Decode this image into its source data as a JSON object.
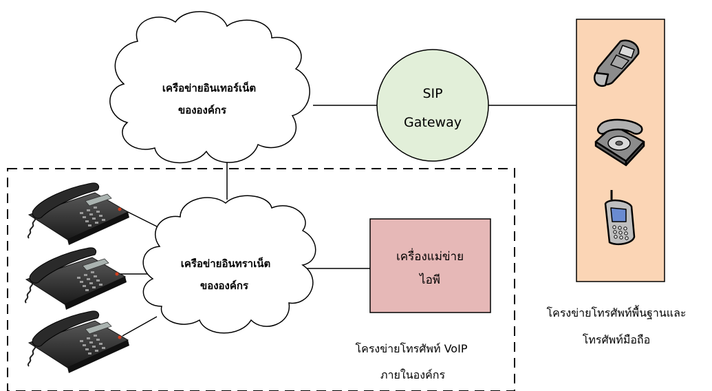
{
  "internet_cloud": {
    "line1": "เครือข่ายอินเทอร์เน็ต",
    "line2": "ขององค์กร"
  },
  "intranet_cloud": {
    "line1": "เครือข่ายอินทราเน็ต",
    "line2": "ขององค์กร"
  },
  "sip_gateway": {
    "line1": "SIP",
    "line2": "Gateway",
    "fill": "#e2efd9"
  },
  "ip_server": {
    "line1": "เครื่องแม่ข่าย",
    "line2": "ไอพี",
    "fill": "#e6b8b7"
  },
  "voip_caption": {
    "line1": "โครงข่ายโทรศัพท์ VoIP",
    "line2": "ภายในองค์กร"
  },
  "pstn_caption": {
    "line1": "โครงข่ายโทรศัพท์พื้นฐานและ",
    "line2": "โทรศัพท์มือถือ"
  },
  "pstn_panel": {
    "fill": "#fbd5b5"
  },
  "icons": {
    "ip_phones": [
      "ip-phone-icon",
      "ip-phone-icon",
      "ip-phone-icon"
    ],
    "pstn_devices": [
      "flip-mobile-phone-icon",
      "rotary-desk-phone-icon",
      "cell-phone-icon"
    ]
  }
}
